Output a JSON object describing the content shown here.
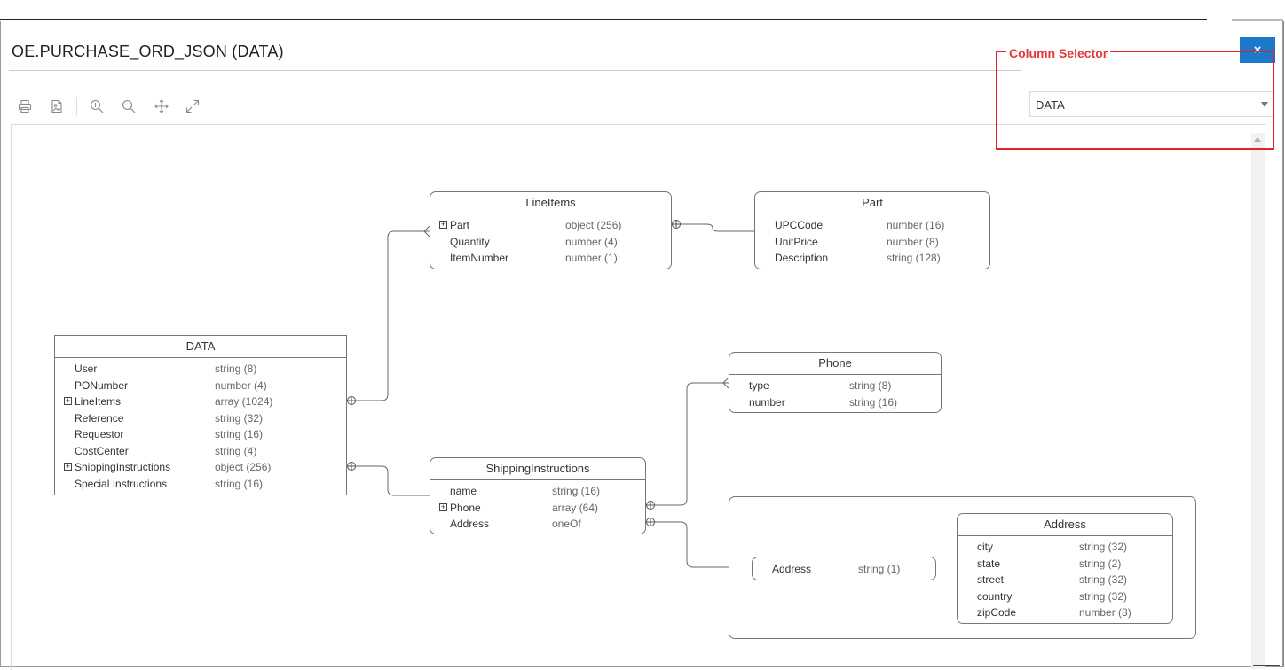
{
  "dialog": {
    "title": "OE.PURCHASE_ORD_JSON (DATA)",
    "close_label": "×"
  },
  "toolbar": {
    "icons": [
      "print-icon",
      "export-image-icon",
      "zoom-in-icon",
      "zoom-out-icon",
      "move-icon",
      "fit-to-screen-icon"
    ]
  },
  "column_selector": {
    "caption": "Column Selector",
    "selected": "DATA"
  },
  "entities": {
    "data": {
      "title": "DATA",
      "fields": [
        {
          "name": "User",
          "type": "string (8)",
          "expandable": false
        },
        {
          "name": "PONumber",
          "type": "number (4)",
          "expandable": false
        },
        {
          "name": "LineItems",
          "type": "array (1024)",
          "expandable": true
        },
        {
          "name": "Reference",
          "type": "string (32)",
          "expandable": false
        },
        {
          "name": "Requestor",
          "type": "string (16)",
          "expandable": false
        },
        {
          "name": "CostCenter",
          "type": "string (4)",
          "expandable": false
        },
        {
          "name": "ShippingInstructions",
          "type": "object (256)",
          "expandable": true
        },
        {
          "name": "Special Instructions",
          "type": "string (16)",
          "expandable": false
        }
      ]
    },
    "lineitems": {
      "title": "LineItems",
      "fields": [
        {
          "name": "Part",
          "type": "object (256)",
          "expandable": true
        },
        {
          "name": "Quantity",
          "type": "number (4)",
          "expandable": false
        },
        {
          "name": "ItemNumber",
          "type": "number (1)",
          "expandable": false
        }
      ]
    },
    "part": {
      "title": "Part",
      "fields": [
        {
          "name": "UPCCode",
          "type": "number (16)",
          "expandable": false
        },
        {
          "name": "UnitPrice",
          "type": "number (8)",
          "expandable": false
        },
        {
          "name": "Description",
          "type": "string (128)",
          "expandable": false
        }
      ]
    },
    "phone": {
      "title": "Phone",
      "fields": [
        {
          "name": "type",
          "type": "string (8)",
          "expandable": false
        },
        {
          "name": "number",
          "type": "string (16)",
          "expandable": false
        }
      ]
    },
    "shipping": {
      "title": "ShippingInstructions",
      "fields": [
        {
          "name": "name",
          "type": "string (16)",
          "expandable": false
        },
        {
          "name": "Phone",
          "type": "array (64)",
          "expandable": true
        },
        {
          "name": "Address",
          "type": "oneOf",
          "expandable": false
        }
      ]
    },
    "address_simple": {
      "name": "Address",
      "type": "string (1)"
    },
    "address": {
      "title": "Address",
      "fields": [
        {
          "name": "city",
          "type": "string (32)",
          "expandable": false
        },
        {
          "name": "state",
          "type": "string (2)",
          "expandable": false
        },
        {
          "name": "street",
          "type": "string (32)",
          "expandable": false
        },
        {
          "name": "country",
          "type": "string (32)",
          "expandable": false
        },
        {
          "name": "zipCode",
          "type": "number (8)",
          "expandable": false
        }
      ]
    }
  }
}
